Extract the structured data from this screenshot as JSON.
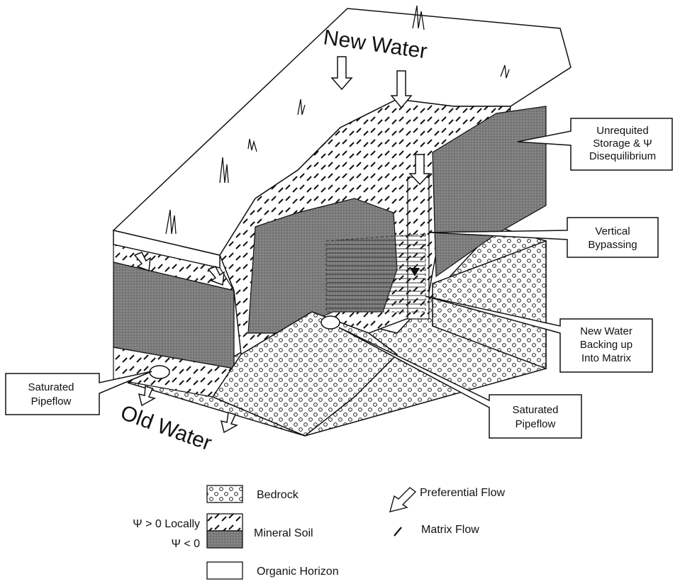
{
  "labels": {
    "new_water": "New Water",
    "old_water": "Old Water"
  },
  "callouts": {
    "unrequited": [
      "Unrequited",
      "Storage & Ψ",
      "Disequilibrium"
    ],
    "vertical": [
      "Vertical",
      "Bypassing"
    ],
    "backing": [
      "New Water",
      "Backing up",
      "Into Matrix"
    ],
    "pipeflow_right": [
      "Saturated",
      "Pipeflow"
    ],
    "pipeflow_left": [
      "Saturated",
      "Pipeflow"
    ]
  },
  "legend": {
    "bedrock": "Bedrock",
    "psi_pos": "Ψ > 0 Locally",
    "psi_neg": "Ψ < 0",
    "mineral_soil": "Mineral Soil",
    "organic": "Organic Horizon",
    "preferential": "Preferential Flow",
    "matrix": "Matrix Flow"
  }
}
